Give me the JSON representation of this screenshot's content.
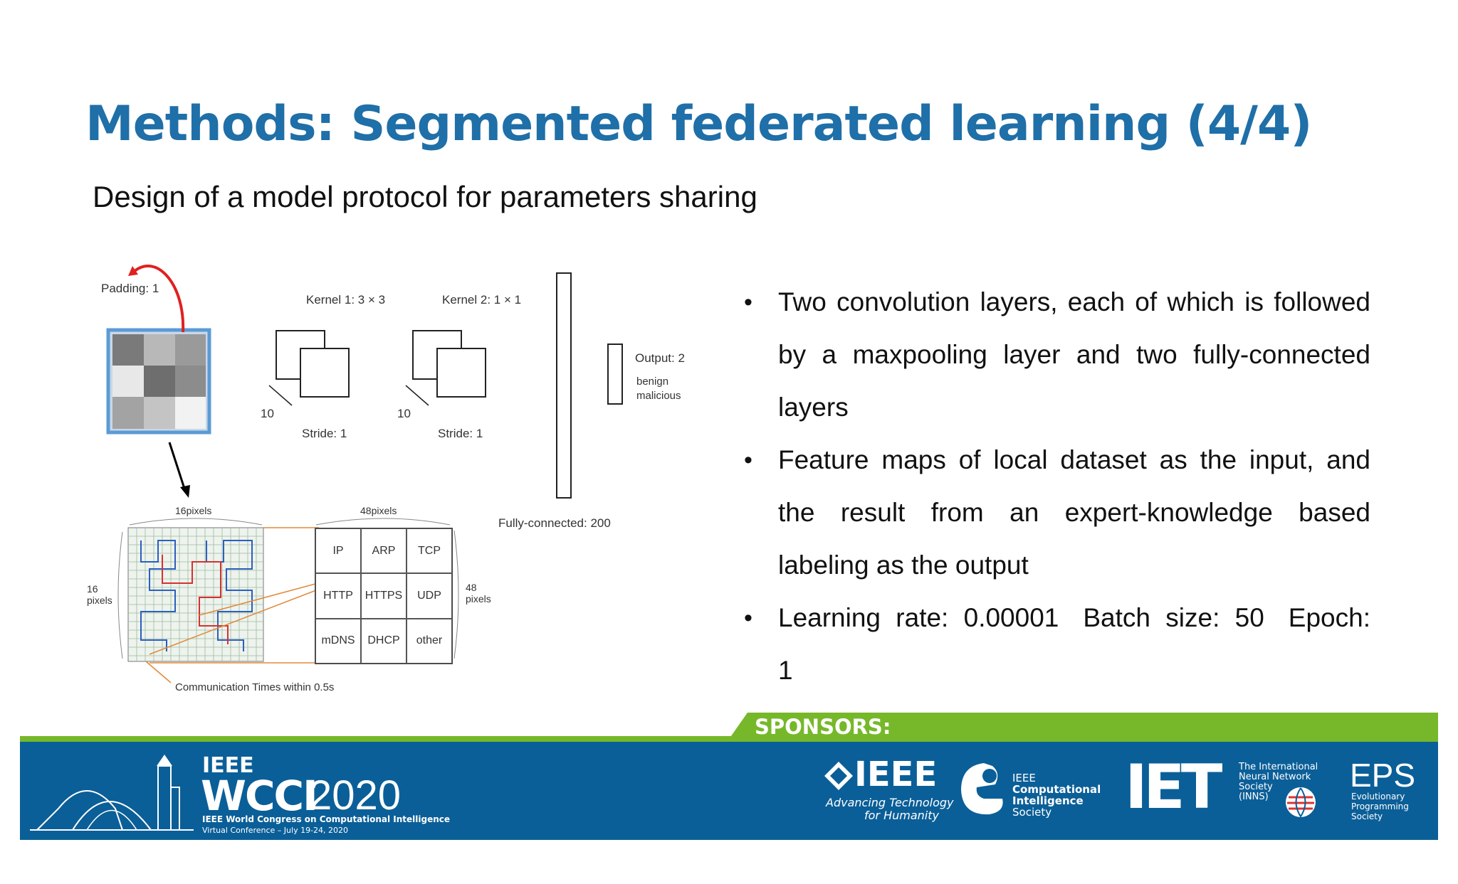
{
  "slide": {
    "title": "Methods: Segmented federated learning (4/4)",
    "subtitle": "Design of a model protocol for parameters sharing"
  },
  "diagram": {
    "padding_label": "Padding: 1",
    "kernel1_label": "Kernel 1: 3 × 3",
    "kernel2_label": "Kernel 2: 1 × 1",
    "channels1": "10",
    "channels2": "10",
    "stride1": "Stride: 1",
    "stride2": "Stride: 1",
    "output_label": "Output: 2",
    "output_class1": "benign",
    "output_class2": "malicious",
    "fc_label": "Fully-connected: 200",
    "width16": "16pixels",
    "width48": "48pixels",
    "height16_a": "16",
    "height16_b": "pixels",
    "height48_a": "48",
    "height48_b": "pixels",
    "comm_label": "Communication Times within 0.5s",
    "protocol_grid": [
      "IP",
      "ARP",
      "TCP",
      "HTTP",
      "HTTPS",
      "UDP",
      "mDNS",
      "DHCP",
      "other"
    ]
  },
  "bullets": {
    "b1": "Two convolution layers, each of which is followed by a maxpooling layer and two fully-connected layers",
    "b2": "Feature maps of local dataset as the input, and the result from an expert-knowledge based labeling as the output",
    "b3_lr": "Learning rate: 0.00001",
    "b3_bs": "Batch size: 50",
    "b3_ep": "Epoch: 1"
  },
  "footer": {
    "sponsors": "SPONSORS:",
    "ieee_small": "IEEE",
    "wcci": "WCCI",
    "year": "2020",
    "wcci_full": "IEEE World Congress on Computational Intelligence",
    "wcci_dates": "Virtual Conference – July 19-24, 2020",
    "ieee_logo": "IEEE",
    "ieee_tag1": "Advancing Technology",
    "ieee_tag2": "for Humanity",
    "cis1": "IEEE",
    "cis2": "Computational",
    "cis3": "Intelligence",
    "cis4": "Society",
    "iet": "IET",
    "inns1": "The International",
    "inns2": "Neural Network",
    "inns3": "Society",
    "inns4": "(INNS)",
    "eps": "EPS",
    "eps1": "Evolutionary",
    "eps2": "Programming",
    "eps3": "Society"
  },
  "colors": {
    "title": "#1f6fa8",
    "footer_blue": "#0b5f98",
    "sponsor_green": "#76b82a",
    "arrow_red": "#e02020"
  }
}
